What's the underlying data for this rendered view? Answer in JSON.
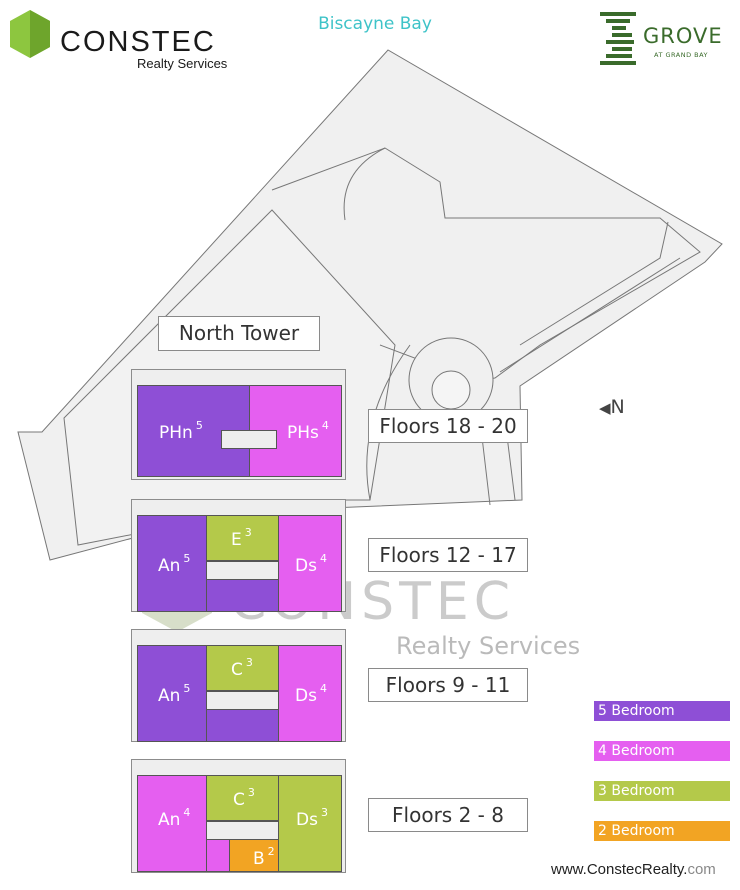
{
  "header": {
    "left_logo": {
      "name": "CONSTEC",
      "sub": "Realty Services",
      "color": "#8dc63f"
    },
    "title": "Biscayne Bay",
    "right_logo": {
      "name": "GROVE",
      "sub": "AT GRAND BAY",
      "color": "#3a6b2b"
    }
  },
  "site_plan": {
    "tower_label": "North Tower",
    "north_label": "N"
  },
  "floor_groups": [
    {
      "label": "Floors 18 - 20",
      "units": [
        {
          "name": "PHn",
          "bedrooms": "5"
        },
        {
          "name": "PHs",
          "bedrooms": "4"
        }
      ]
    },
    {
      "label": "Floors 12 - 17",
      "units": [
        {
          "name": "An",
          "bedrooms": "5"
        },
        {
          "name": "E",
          "bedrooms": "3"
        },
        {
          "name": "Ds",
          "bedrooms": "4"
        }
      ]
    },
    {
      "label": "Floors 9 - 11",
      "units": [
        {
          "name": "An",
          "bedrooms": "5"
        },
        {
          "name": "C",
          "bedrooms": "3"
        },
        {
          "name": "Ds",
          "bedrooms": "4"
        }
      ]
    },
    {
      "label": "Floors 2 - 8",
      "units": [
        {
          "name": "An",
          "bedrooms": "4"
        },
        {
          "name": "C",
          "bedrooms": "3"
        },
        {
          "name": "Ds",
          "bedrooms": "3"
        },
        {
          "name": "B",
          "bedrooms": "2"
        }
      ]
    }
  ],
  "legend": [
    {
      "label": "5 Bedroom",
      "color": "#8e4fd6"
    },
    {
      "label": "4 Bedroom",
      "color": "#e55ff0"
    },
    {
      "label": "3 Bedroom",
      "color": "#b4c94a"
    },
    {
      "label": "2 Bedroom",
      "color": "#f2a423"
    }
  ],
  "watermark": {
    "name": "CONSTEC",
    "sub": "Realty Services"
  },
  "footer": {
    "url_main": "www.ConstecRealty.",
    "url_tld": "com"
  }
}
